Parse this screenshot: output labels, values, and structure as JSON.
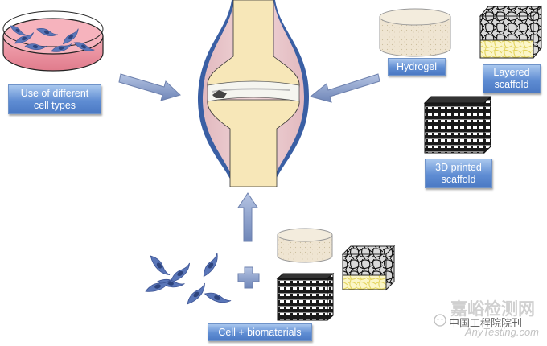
{
  "labels": {
    "cell_types": "Use of different\ncell types",
    "hydrogel": "Hydrogel",
    "layered_scaffold": "Layered\nscaffold",
    "printed_scaffold": "3D printed\nscaffold",
    "cell_biomaterials": "Cell + biomaterials"
  },
  "watermark": {
    "brand": "嘉峪检测网",
    "source": "中国工程院院刊",
    "site": "AnyTesting.com"
  },
  "colors": {
    "label_fill": "#5f8dd3",
    "bone": "#f7e7b8",
    "synovial_fill": "#e8c4c8",
    "capsule_outline": "#3a5fa4",
    "arrow": "#8fa4cc",
    "hydrogel": "#efe5d2"
  }
}
